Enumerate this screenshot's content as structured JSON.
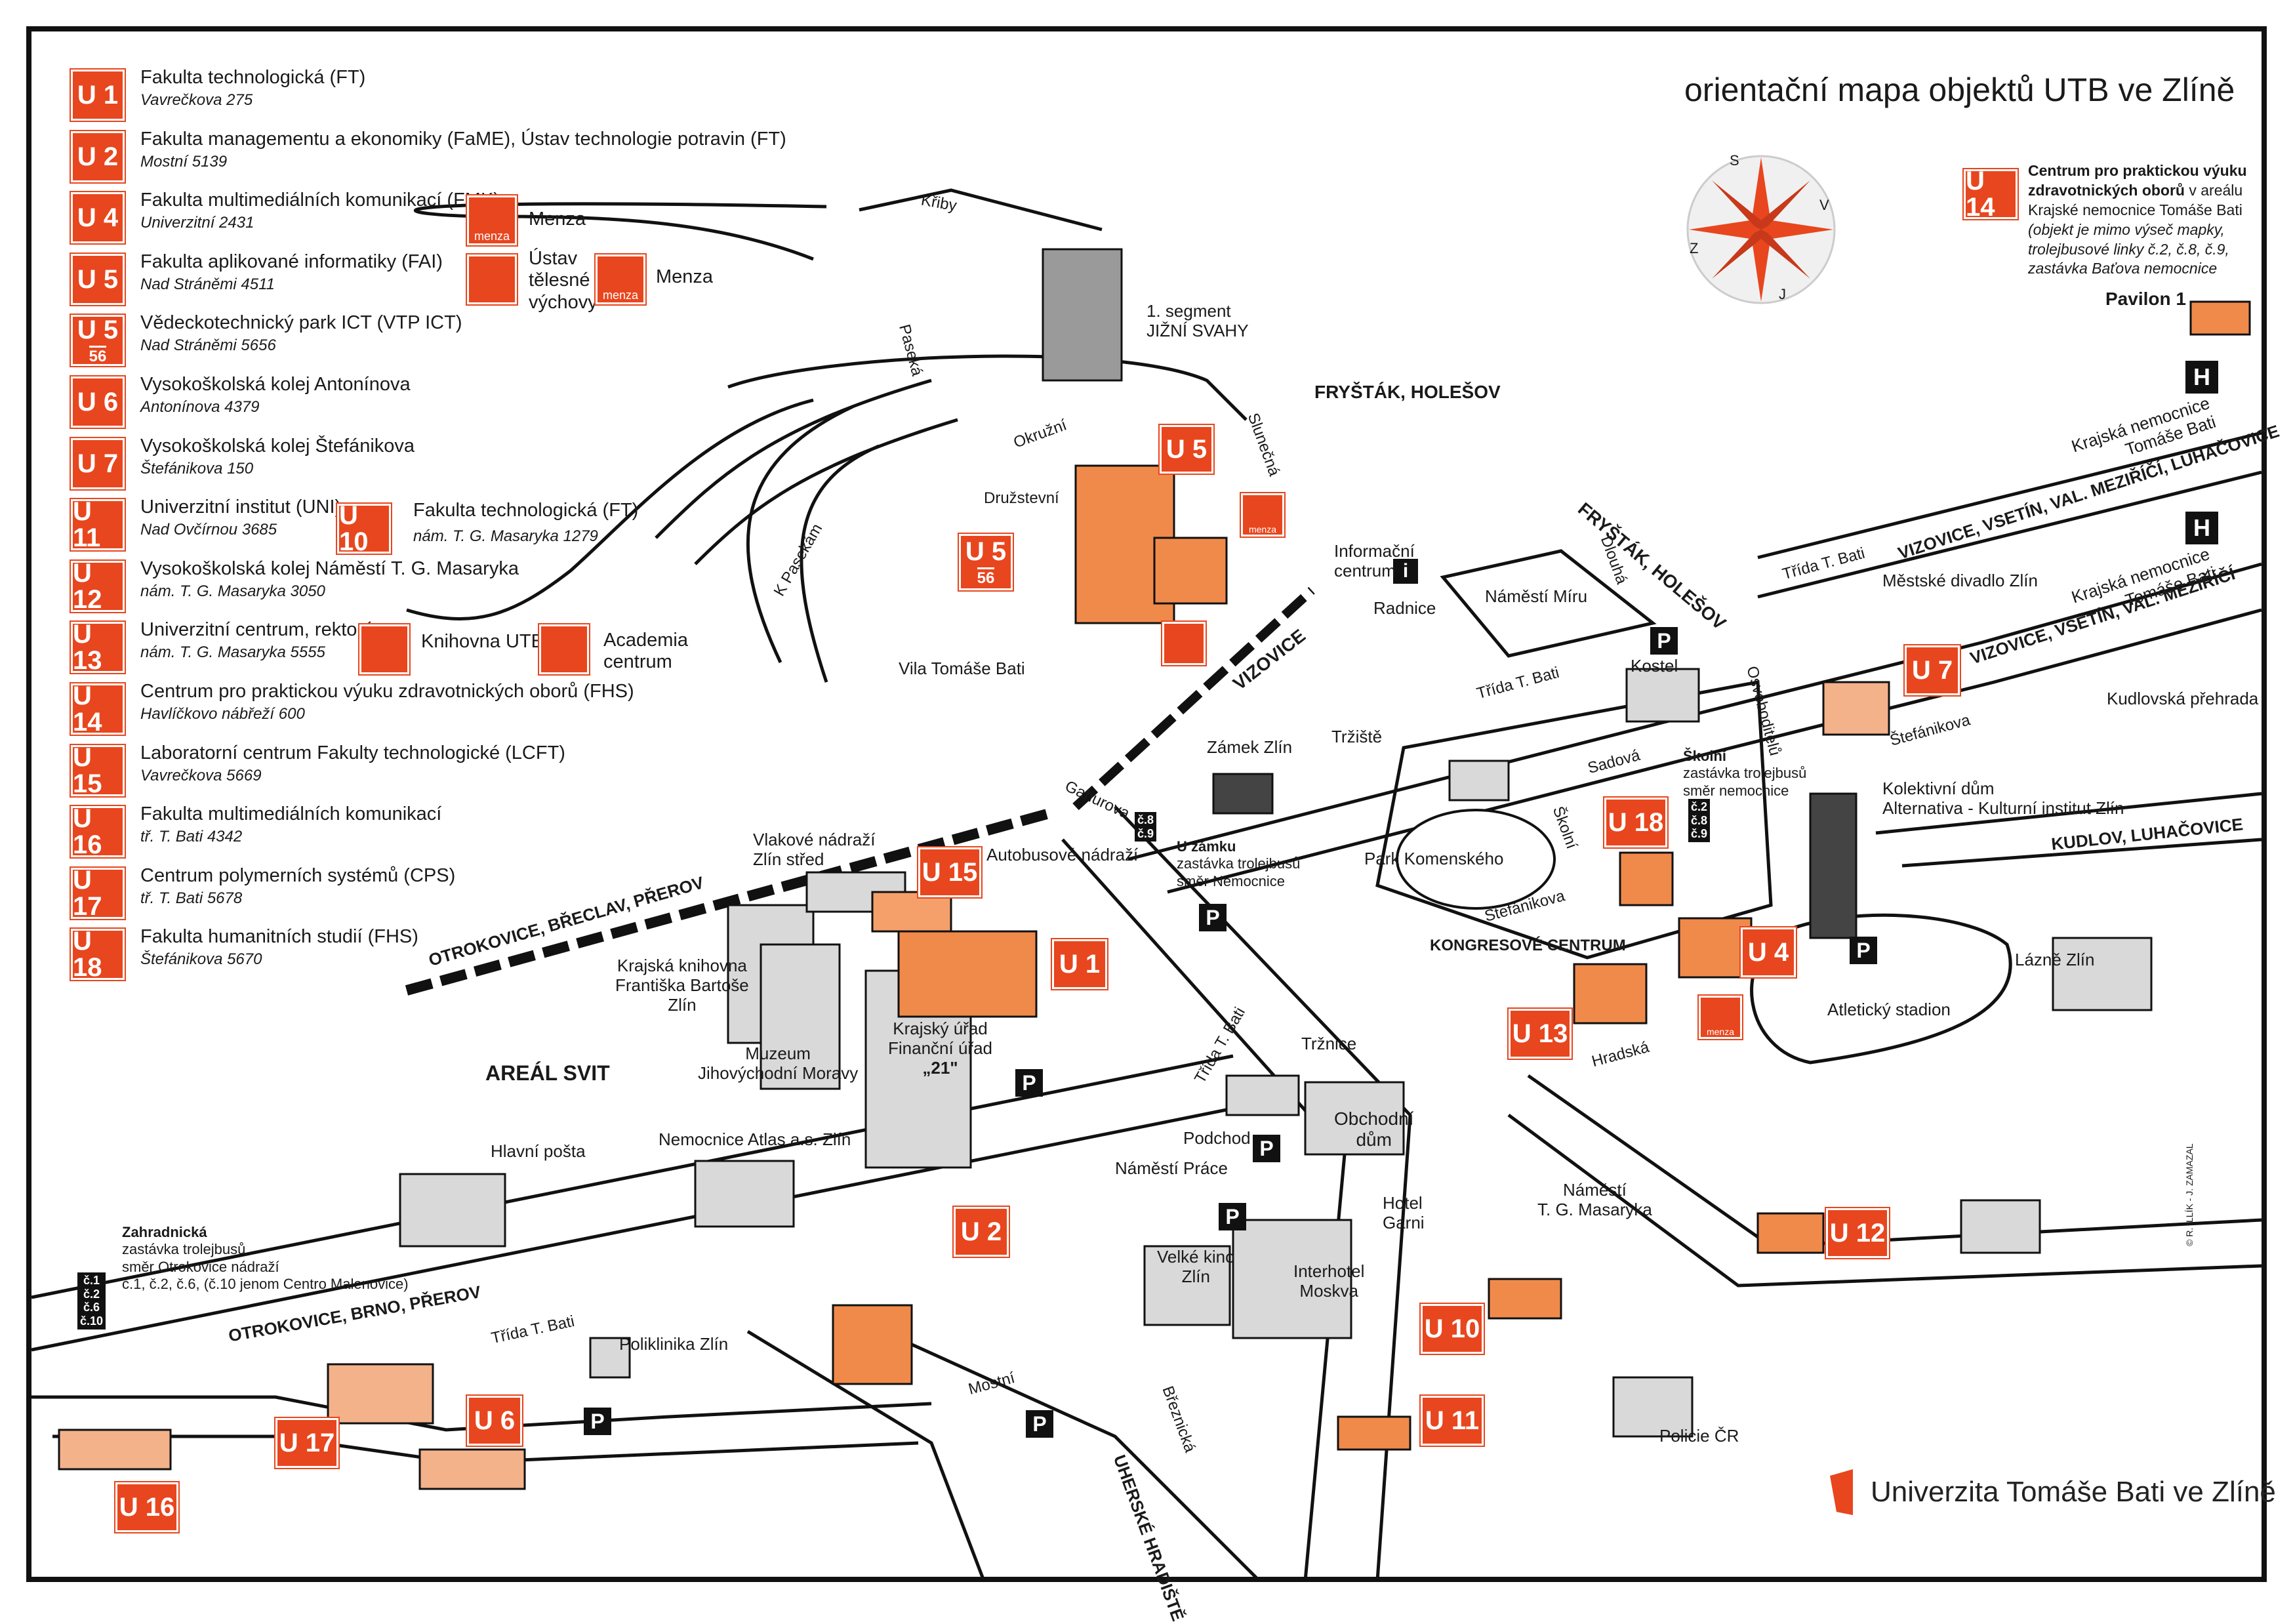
{
  "map_title": "orientační mapa objektů UTB ve Zlíně",
  "university_name": "Univerzita Tomáše Bati ve Zlíně",
  "colors": {
    "accent": "#e8461e",
    "building_gray": "#d9d9d9",
    "building_orange": "#f08a4b",
    "text": "#1a1a1a"
  },
  "legend": [
    {
      "code": "U 1",
      "title": "Fakulta technologická (FT)",
      "address": "Vavrečkova 275"
    },
    {
      "code": "U 2",
      "title": "Fakulta managementu a ekonomiky (FaME), Ústav technologie potravin (FT)",
      "address": "Mostní 5139"
    },
    {
      "code": "U 4",
      "title": "Fakulta multimediálních komunikací (FMK)",
      "address": "Univerzitní 2431"
    },
    {
      "code": "U 5",
      "title": "Fakulta aplikované informatiky (FAI)",
      "address": "Nad Stráněmi 4511"
    },
    {
      "code": "U 5",
      "sub": "56",
      "title": "Vědeckotechnický park ICT (VTP ICT)",
      "address": "Nad Stráněmi 5656"
    },
    {
      "code": "U 6",
      "title": "Vysokoškolská kolej Antonínova",
      "address": "Antonínova 4379"
    },
    {
      "code": "U 7",
      "title": "Vysokoškolská kolej Štefánikova",
      "address": "Štefánikova 150"
    },
    {
      "code": "U 11",
      "title": "Univerzitní institut (UNI)",
      "address": "Nad Ovčírnou 3685"
    },
    {
      "code": "U 12",
      "title": "Vysokoškolská kolej Náměstí T. G. Masaryka",
      "address": "nám. T. G. Masaryka 3050"
    },
    {
      "code": "U 13",
      "title": "Univerzitní centrum, rektorát",
      "address": "nám. T. G. Masaryka 5555"
    },
    {
      "code": "U 14",
      "title": "Centrum pro praktickou výuku zdravotnických oborů (FHS)",
      "address": "Havlíčkovo nábřeží 600"
    },
    {
      "code": "U 15",
      "title": "Laboratorní centrum Fakulty technologické (LCFT)",
      "address": "Vavrečkova 5669"
    },
    {
      "code": "U 16",
      "title": "Fakulta multimediálních komunikací",
      "address": "tř. T. Bati 4342"
    },
    {
      "code": "U 17",
      "title": "Centrum polymerních systémů (CPS)",
      "address": "tř. T. Bati 5678"
    },
    {
      "code": "U 18",
      "title": "Fakulta humanitních studií (FHS)",
      "address": "Štefánikova 5670"
    }
  ],
  "legend_extra": {
    "u10_code": "U 10",
    "u10_title": "Fakulta technologická (FT)",
    "u10_address": "nám. T. G. Masaryka 1279",
    "menza": "Menza",
    "ustav_line1": "Ústav",
    "ustav_line2": "tělesné",
    "ustav_line3": "výchovy",
    "menza2": "Menza",
    "knihovna": "Knihovna UTB",
    "academia1": "Academia",
    "academia2": "centrum",
    "menza_icon_text": "menza"
  },
  "u14_note": {
    "bold1": "Centrum pro praktickou výuku",
    "bold2": "zdravotnických oborů",
    "normal2": " v areálu",
    "line3": "Krajské nemocnice Tomáše Bati",
    "line4": "(objekt je mimo výseč mapky,",
    "line5": "trolejbusové linky č.2, č.8, č.9,",
    "line6": "zastávka Baťova nemocnice"
  },
  "compass": {
    "s": "S",
    "v": "V",
    "j": "J",
    "z": "Z"
  },
  "badges": {
    "u5": "U 5",
    "u5b": "U 5",
    "u5b_sub": "56",
    "u15": "U 15",
    "u1": "U 1",
    "u2": "U 2",
    "u6": "U 6",
    "u16": "U 16",
    "u17": "U 17",
    "u18": "U 18",
    "u4": "U 4",
    "u13": "U 13",
    "u7": "U 7",
    "u12": "U 12",
    "u10": "U 10",
    "u11": "U 11",
    "u14": "U 14"
  },
  "places": {
    "segment1": "1. segment",
    "segment2": "JIŽNÍ SVAHY",
    "vila": "Vila Tomáše Bati",
    "info1": "Informační",
    "info2": "centrum",
    "radnice": "Radnice",
    "namesti_miru": "Náměstí Míru",
    "kostel": "Kostel",
    "mestske_divadlo": "Městské divadlo Zlín",
    "kudlovska": "Kudlovská přehrada",
    "zamek": "Zámek Zlín",
    "trziste": "Tržiště",
    "park": "Park Komenského",
    "kolektivni1": "Kolektivní dům",
    "kolektivni2": "Alternativa - Kulturní institut Zlín",
    "kongres": "KONGRESOVÉ CENTRUM",
    "atleticky": "Atletický stadion",
    "lazne": "Lázně Zlín",
    "vlakove1": "Vlakové nádraží",
    "vlakove2": "Zlín střed",
    "autobusove": "Autobusové nádraží",
    "knihovna1": "Krajská knihovna",
    "knihovna2": "Františka Bartoše",
    "knihovna3": "Zlín",
    "muzeum1": "Muzeum",
    "muzeum2": "Jihovýchodní Moravy",
    "krajsky1": "Krajský úřad",
    "krajsky2": "Finanční úřad",
    "krajsky3": "„21\"",
    "areal": "AREÁL SVIT",
    "hlavni_posta": "Hlavní pošta",
    "nemocnice_atlas": "Nemocnice Atlas a.s. Zlín",
    "trznice": "Tržnice",
    "obchodni1": "Obchodní",
    "obchodni2": "dům",
    "podchod": "Podchod",
    "namesti_prace": "Náměstí Práce",
    "hotel1": "Hotel",
    "hotel2": "Garni",
    "kino1": "Velké kino",
    "kino2": "Zlín",
    "interhotel1": "Interhotel",
    "interhotel2": "Moskva",
    "namesti_tgm1": "Náměstí",
    "namesti_tgm2": "T. G. Masaryka",
    "policie": "Policie ČR",
    "poliklinika": "Poliklinika Zlín",
    "pavilon": "Pavilon 1",
    "nemocnice_a1": "Krajská nemocnice",
    "nemocnice_a2": "Tomáše Bati",
    "nemocnice_b1": "Krajská nemocnice",
    "nemocnice_b2": "Tomáše Bati"
  },
  "stops": {
    "zamku_title": "U zámku",
    "zamku_l2": "zastávka trolejbusů",
    "zamku_l3": "směr Nemocnice",
    "skolni_title": "Školní",
    "skolni_l2": "zastávka trolejbusů",
    "skolni_l3": "směr nemocnice",
    "zahradnicka_title": "Zahradnická",
    "zahradnicka_l2": "zastávka trolejbusů",
    "zahradnicka_l3": "směr Otrokovice nádraží",
    "zahradnicka_l4": "č.1, č.2, č.6, (č.10 jenom Centro Malenovice)",
    "box_zamku": [
      "č.8",
      "č.9"
    ],
    "box_skolni": [
      "č.2",
      "č.8",
      "č.9"
    ],
    "box_zahrad": [
      "č.1",
      "č.2",
      "č.6",
      "č.10"
    ]
  },
  "streets": {
    "kriby": "Křiby",
    "pasecka": "Paseká",
    "okruzni": "Okružní",
    "druzstevni": "Družstevní",
    "slunecna": "Slunečná",
    "k_pasekam": "K Pasekám",
    "gahurova": "Gahurova",
    "trida_bati1": "Třída T. Bati",
    "trida_bati2": "Třída T. Bati",
    "trida_bati3": "Třída T. Bati",
    "trida_bati4": "Třída T. Bati",
    "dlouha": "Dlouhá",
    "osvoboditelu": "Osvoboditelů",
    "sadova": "Sadová",
    "skolni": "Školní",
    "stefanikova1": "Štefánikova",
    "stefanikova2": "Štefánikova",
    "hradska": "Hradská",
    "mostni": "Mostní",
    "breznicka": "Březnická"
  },
  "directions": {
    "frystak1": "FRYŠTÁK, HOLEŠOV",
    "frystak2": "FRYŠTÁK, HOLEŠOV",
    "vizovice": "VIZOVICE",
    "vizovice_a": "VIZOVICE, VSETÍN, VAL. MEZIŘÍČÍ, LUHAČOVICE",
    "vizovice_b": "VIZOVICE, VSETÍN, VAL. MEZIŘÍČÍ",
    "kudlov": "KUDLOV, LUHAČOVICE",
    "otrokovice_breclav": "OTROKOVICE, BŘECLAV, PŘEROV",
    "otrokovice_brno": "OTROKOVICE, BRNO, PŘEROV",
    "uherske": "UHERSKÉ HRADIŠTĚ"
  },
  "parking": "P",
  "hospital": "H",
  "info_icon": "i",
  "credits": "© R. ILLÍK - J. ZAMAZAL"
}
